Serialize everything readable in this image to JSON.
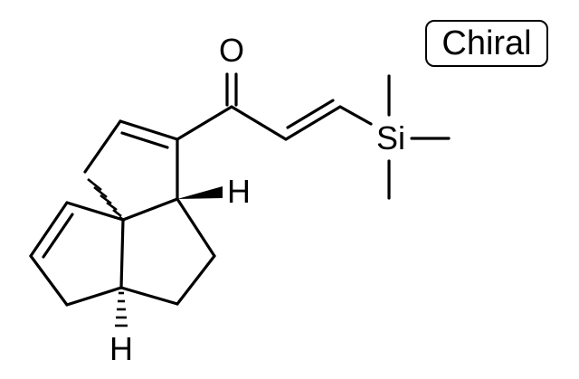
{
  "chiral_badge": {
    "label": "Chiral"
  },
  "atoms": {
    "oxygen": "O",
    "silicon": "Si",
    "hydrogen_upper": "H",
    "hydrogen_lower": "H"
  }
}
